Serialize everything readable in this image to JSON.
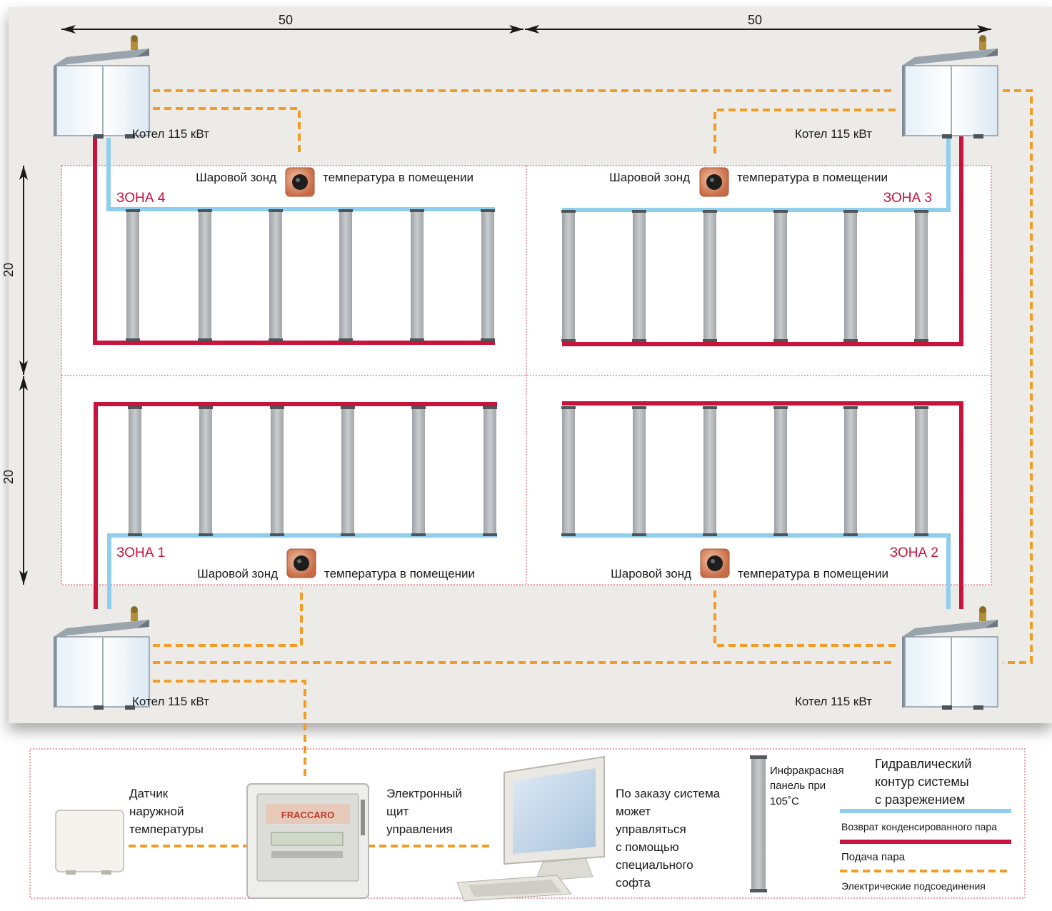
{
  "dimensions": {
    "width_top": "50",
    "width_top_right": "50",
    "height_upper": "20",
    "height_lower": "20"
  },
  "boilers": [
    {
      "id": "tl",
      "label": "Котел 115 кВт"
    },
    {
      "id": "tr",
      "label": "Котел 115 кВт"
    },
    {
      "id": "bl",
      "label": "Котел 115 кВт"
    },
    {
      "id": "br",
      "label": "Котел 115 кВт"
    }
  ],
  "zones": [
    {
      "id": "zone4",
      "label": "ЗОНА 4",
      "probe": "Шаровой зонд",
      "probe_note": "температура в помещении"
    },
    {
      "id": "zone3",
      "label": "ЗОНА 3",
      "probe": "Шаровой зонд",
      "probe_note": "температура в помещении"
    },
    {
      "id": "zone1",
      "label": "ЗОНА 1",
      "probe": "Шаровой зонд",
      "probe_note": "температура в помещении"
    },
    {
      "id": "zone2",
      "label": "ЗОНА 2",
      "probe": "Шаровой зонд",
      "probe_note": "температура в помещении"
    }
  ],
  "bottom": {
    "outdoor_sensor": [
      "Датчик",
      "наружной",
      "температуры"
    ],
    "control_panel": [
      "Электронный",
      "щит",
      "управления"
    ],
    "control_panel_brand": "FRACCARO",
    "software_note": [
      "По заказу система",
      "может",
      "управляться",
      "с помощью",
      "специального",
      "софта"
    ],
    "ir_panel": [
      "Инфракрасная",
      "панель при",
      "105˚С"
    ]
  },
  "legend": {
    "title": [
      "Гидравлический",
      "контур системы",
      "с разрежением"
    ],
    "items": [
      {
        "label": "Возврат конденсированного пара",
        "color": "#8ecfee",
        "style": "solid"
      },
      {
        "label": "Подача пара",
        "color": "#c8143c",
        "style": "solid"
      },
      {
        "label": "Электрические подсоединения",
        "color": "#f39c23",
        "style": "dashed"
      }
    ]
  },
  "colors": {
    "supply": "#c8143c",
    "return": "#8ecfee",
    "electric": "#f39c23",
    "zone_border": "#d64a5b",
    "floor": "#ecebe8"
  }
}
